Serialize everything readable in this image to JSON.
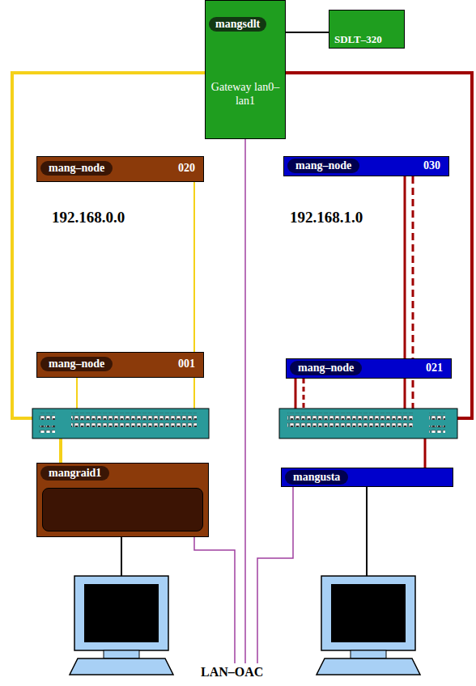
{
  "diagram": {
    "nodes": [
      {
        "text": [
          "mangsdlt",
          "Gateway lan0–lan1"
        ]
      },
      {
        "text": [
          "SDLT–320"
        ]
      },
      {
        "text": [
          "mang–node",
          "020"
        ]
      },
      {
        "text": [
          "mang–node",
          "030"
        ]
      },
      {
        "text": [
          "mang–node",
          "001"
        ]
      },
      {
        "text": [
          "mang–node",
          "021"
        ]
      },
      {
        "text": [
          "mangraid1"
        ]
      },
      {
        "text": [
          "mangusta"
        ]
      }
    ],
    "edges": [
      {
        "from": 0,
        "to": 1,
        "arrow": "none"
      }
    ],
    "labels": [
      "192.168.0.0",
      "192.168.1.0",
      "LAN–OAC"
    ]
  }
}
